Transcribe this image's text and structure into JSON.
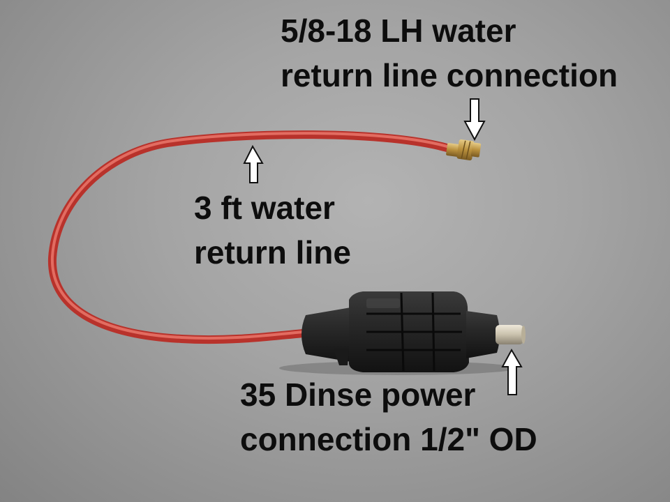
{
  "labels": {
    "fitting": {
      "line1": "5/8-18 LH water",
      "line2": "return line connection"
    },
    "hose": {
      "line1": "3 ft water",
      "line2": "return line"
    },
    "dinse": {
      "line1": "35 Dinse power",
      "line2": "connection 1/2\" OD"
    }
  },
  "colors": {
    "background": "#a4a4a4",
    "hose": "#d9534a",
    "connector_body": "#262626",
    "fitting_brass": "#c9a24a",
    "pin_silver": "#cfc7b4",
    "text": "#0d0d0d"
  }
}
